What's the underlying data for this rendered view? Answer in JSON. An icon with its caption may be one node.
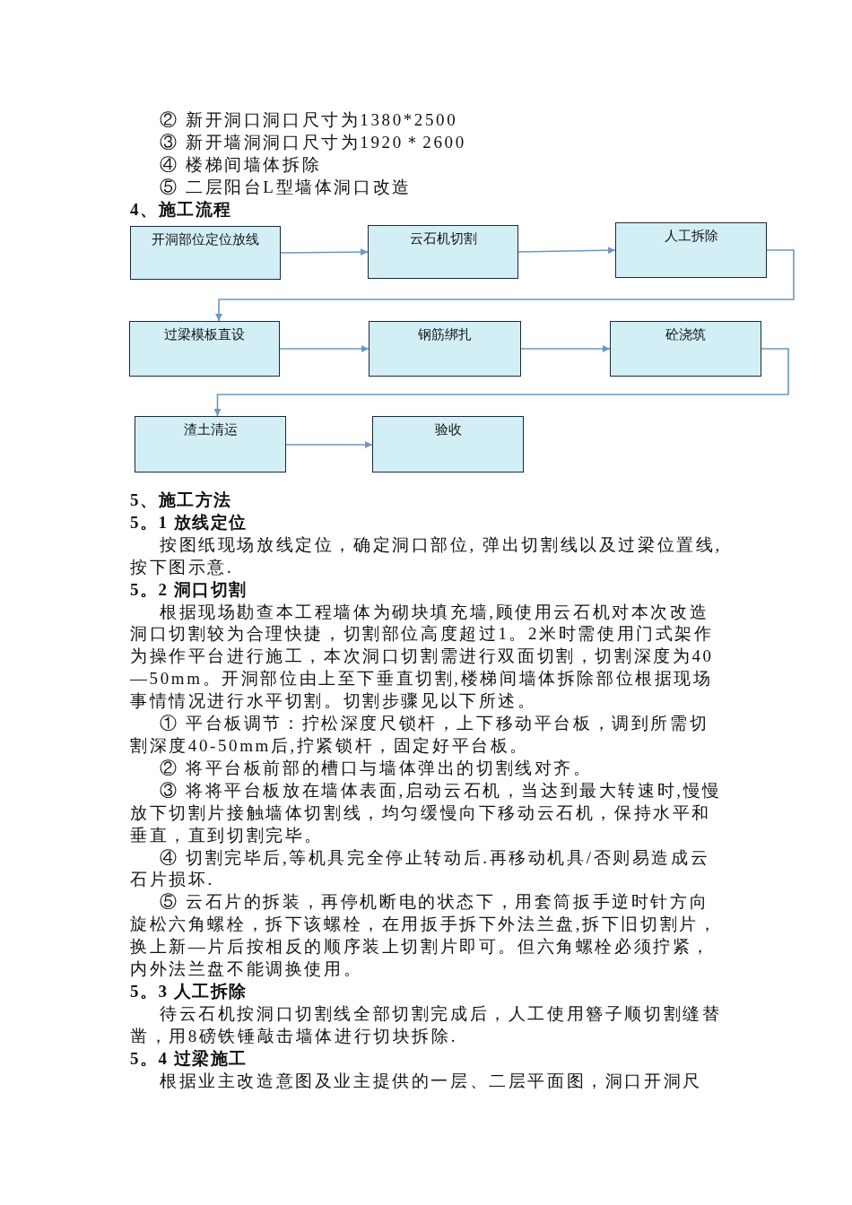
{
  "diagram": {
    "nodes": [
      {
        "text": [
          "开洞部位定位放线"
        ]
      },
      {
        "text": [
          "云石机切割"
        ]
      },
      {
        "text": [
          "人工拆除"
        ]
      },
      {
        "text": [
          "过梁模板直设"
        ]
      },
      {
        "text": [
          "钢筋绑扎"
        ]
      },
      {
        "text": [
          "砼浇筑"
        ]
      },
      {
        "text": [
          "渣土清运"
        ]
      },
      {
        "text": [
          "验收"
        ]
      }
    ],
    "edges": [
      {
        "from": 0,
        "to": 1,
        "arrow": "to"
      },
      {
        "from": 1,
        "to": 2,
        "arrow": "to"
      },
      {
        "from": 2,
        "to": 3,
        "arrow": "to"
      },
      {
        "from": 3,
        "to": 4,
        "arrow": "to"
      },
      {
        "from": 4,
        "to": 5,
        "arrow": "to"
      },
      {
        "from": 5,
        "to": 6,
        "arrow": "to"
      },
      {
        "from": 6,
        "to": 7,
        "arrow": "to"
      }
    ],
    "labels": [
      "② 新开洞口洞口尺寸为1380*2500",
      "③ 新开墙洞洞口尺寸为1920＊2600",
      "④ 楼梯间墙体拆除",
      "⑤ 二层阳台L型墙体洞口改造",
      "4、施工流程",
      "5、施工方法",
      "5。1 放线定位",
      "按图纸现场放线定位，确定洞口部位, 弹出切割线以及过梁位置线,按下图示意.",
      "5。2 洞口切割",
      "根据现场勘查本工程墙体为砌块填充墙,顾使用云石机对本次改造洞口切割较为合理快捷，切割部位高度超过1。2米时需使用门式架作为操作平台进行施工，本次洞口切割需进行双面切割，切割深度为40—50mm。开洞部位由上至下垂直切割,楼梯间墙体拆除部位根据现场事情情况进行水平切割。切割步骤见以下所述。",
      "① 平台板调节：拧松深度尺锁杆，上下移动平台板，调到所需切割深度40-50mm后,拧紧锁杆，固定好平台板。",
      "② 将平台板前部的槽口与墙体弹出的切割线对齐。",
      "③ 将将平台板放在墙体表面,启动云石机，当达到最大转速时,慢慢放下切割片接触墙体切割线，均匀缓慢向下移动云石机，保持水平和垂直，直到切割完毕。",
      "④ 切割完毕后,等机具完全停止转动后.再移动机具/否则易造成云石片损坏.",
      "⑤ 云石片的拆装，再停机断电的状态下，用套筒扳手逆时针方向旋松六角螺栓，拆下该螺栓，在用扳手拆下外法兰盘,拆下旧切割片，换上新—片后按相反的顺序装上切割片即可。但六角螺栓必须拧紧，内外法兰盘不能调换使用。",
      "5。3 人工拆除",
      "待云石机按洞口切割线全部切割完成后，人工使用簪子顺切割缝替凿，用8磅铁锤敲击墙体进行切块拆除.",
      "5。4 过梁施工",
      "根据业主改造意图及业主提供的一层、二层平面图，洞口开洞尺"
    ]
  }
}
